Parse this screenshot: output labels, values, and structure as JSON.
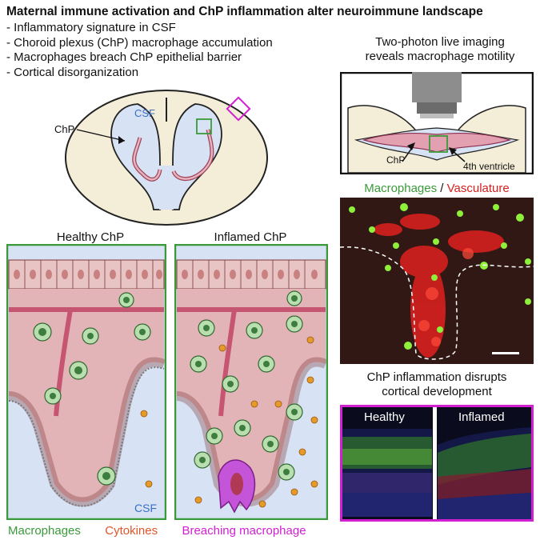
{
  "title": "Maternal immune activation and ChP inflammation alter neuroimmune landscape",
  "bullets": [
    "- Inflammatory signature in CSF",
    "- Choroid plexus (ChP) macrophage accumulation",
    "- Macrophages breach ChP epithelial barrier",
    "- Cortical disorganization"
  ],
  "brain": {
    "csf": "CSF",
    "chp": "ChP"
  },
  "panels": {
    "healthy": "Healthy ChP",
    "inflamed": "Inflamed ChP",
    "csf": "CSF"
  },
  "two_photon": {
    "line1": "Two-photon live imaging",
    "line2": "reveals macrophage motility",
    "chp": "ChP",
    "ventricle": "4th ventricle"
  },
  "micrograph": {
    "macrophages": "Macrophages",
    "slash": " / ",
    "vasculature": "Vasculature"
  },
  "cortex": {
    "line1": "ChP inflammation disrupts",
    "line2": "cortical development",
    "healthy": "Healthy",
    "inflamed": "Inflamed"
  },
  "legend": {
    "macrophages": "Macrophages",
    "cytokines": "Cytokines",
    "breaching": "Breaching macrophage"
  },
  "colors": {
    "green": "#3a9a3a",
    "red": "#d6201f",
    "magenta": "#d21fd2",
    "orange": "#e59a2a",
    "tissue": "#e2b3b7",
    "csf": "#d7e3f4"
  }
}
